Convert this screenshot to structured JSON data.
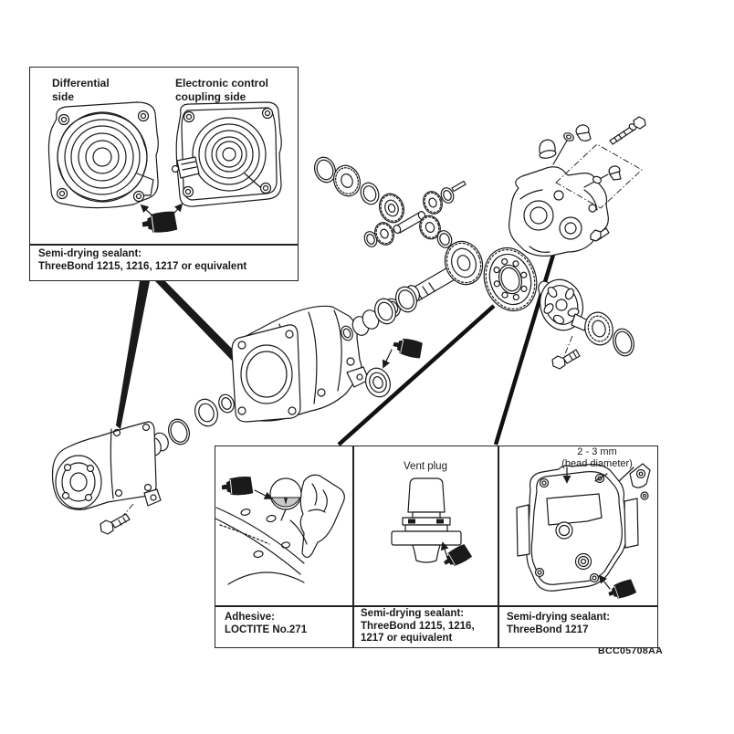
{
  "figure_code": "BCC05708AA",
  "colors": {
    "ink": "#1a1a1a",
    "background": "#ffffff"
  },
  "top_callout": {
    "label_left": "Differential\nside",
    "label_right": "Electronic control\ncoupling side",
    "caption": "Semi-drying sealant:\nThreeBond 1215, 1216, 1217 or equivalent"
  },
  "bottom_callout": {
    "panel1": {
      "caption": "Adhesive:\nLOCTITE No.271"
    },
    "panel2": {
      "label": "Vent plug",
      "caption": "Semi-drying sealant:\nThreeBond 1215, 1216,\n1217 or equivalent"
    },
    "panel3": {
      "label": "2 - 3 mm\n(bead diameter)",
      "caption": "Semi-drying sealant:\nThreeBond 1217"
    }
  }
}
